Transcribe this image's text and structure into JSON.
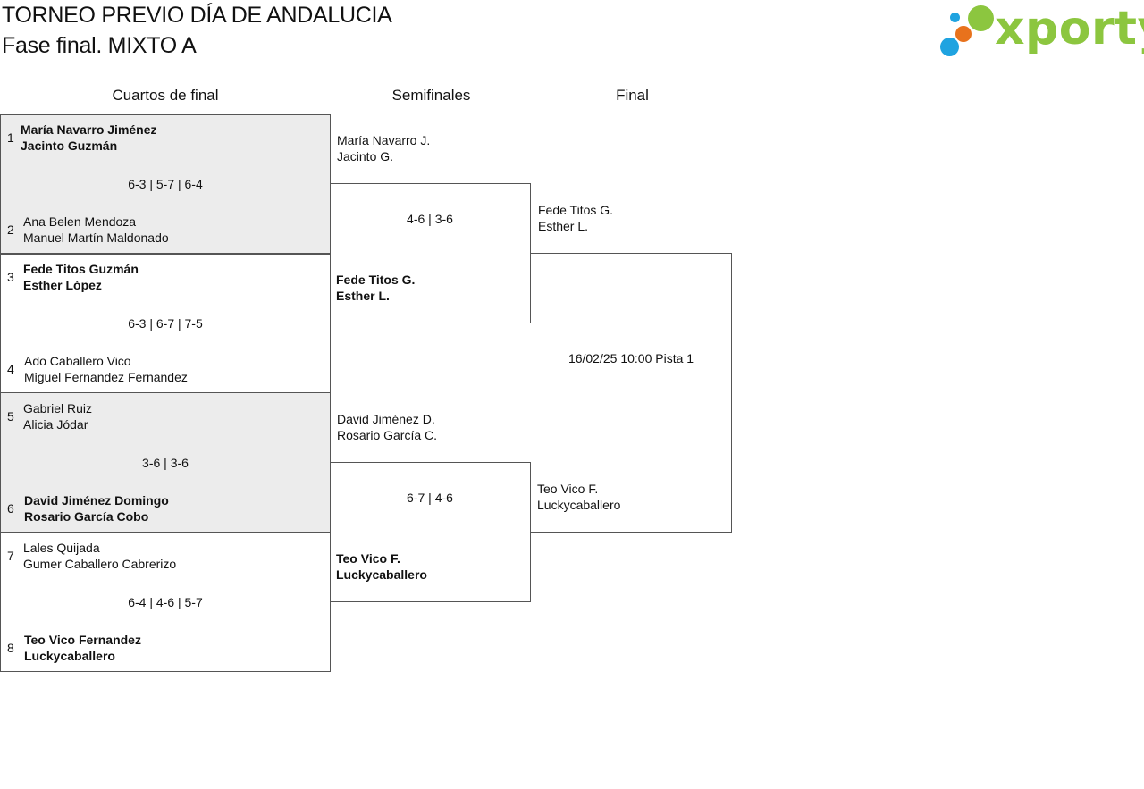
{
  "header": {
    "title": "TORNEO PREVIO DÍA DE ANDALUCIA",
    "subtitle": "Fase final. MIXTO A",
    "logo_text": "xporty",
    "logo_colors": {
      "green": "#8cc63f",
      "blue": "#1fa3e0",
      "orange": "#e8721c"
    }
  },
  "rounds": {
    "quarters": "Cuartos de final",
    "semis": "Semifinales",
    "final": "Final"
  },
  "quarters": [
    {
      "seed_a": "1",
      "a1": "María Navarro Jiménez",
      "a2": "Jacinto Guzmán",
      "score": "6-3 | 5-7 | 6-4",
      "seed_b": "2",
      "b1": "Ana Belen Mendoza",
      "b2": "Manuel Martín Maldonado",
      "winner": "a"
    },
    {
      "seed_a": "3",
      "a1": "Fede Titos Guzmán",
      "a2": "Esther López",
      "score": "6-3 | 6-7 | 7-5",
      "seed_b": "4",
      "b1": "Ado Caballero Vico",
      "b2": "Miguel Fernandez Fernandez",
      "winner": "a"
    },
    {
      "seed_a": "5",
      "a1": "Gabriel Ruiz",
      "a2": "Alicia Jódar",
      "score": "3-6 | 3-6",
      "seed_b": "6",
      "b1": "David Jiménez Domingo",
      "b2": "Rosario García Cobo",
      "winner": "b"
    },
    {
      "seed_a": "7",
      "a1": "Lales Quijada",
      "a2": "Gumer Caballero Cabrerizo",
      "score": "6-4 | 4-6 | 5-7",
      "seed_b": "8",
      "b1": "Teo Vico Fernandez",
      "b2": "Luckycaballero",
      "winner": "b"
    }
  ],
  "semis": [
    {
      "top1": "María Navarro J.",
      "top2": "Jacinto G.",
      "score": "4-6 | 3-6",
      "bot1": "Fede Titos G.",
      "bot2": "Esther L.",
      "winner": "bottom"
    },
    {
      "top1": "David Jiménez D.",
      "top2": "Rosario García C.",
      "score": "6-7 | 4-6",
      "bot1": "Teo Vico F.",
      "bot2": "Luckycaballero",
      "winner": "bottom"
    }
  ],
  "final": {
    "top1": "Fede Titos G.",
    "top2": "Esther L.",
    "info": "16/02/25 10:00 Pista 1",
    "bot1": "Teo Vico F.",
    "bot2": "Luckycaballero"
  }
}
